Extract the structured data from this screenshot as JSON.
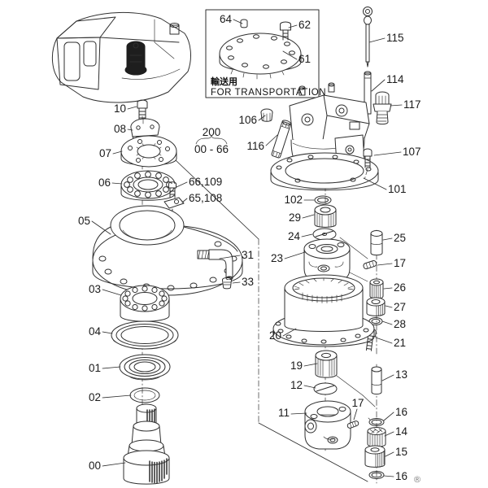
{
  "diagram": {
    "registered_mark": "®",
    "group_callout": {
      "group": "200",
      "range": "00 - 66"
    },
    "transport_box": {
      "caption_jp": "輸送用",
      "caption_en": "FOR TRANSPORTATION"
    }
  },
  "labels": {
    "p64": "64",
    "p62": "62",
    "p61": "61",
    "p115": "115",
    "p114": "114",
    "p117": "117",
    "p106": "106",
    "p116": "116",
    "p107": "107",
    "p101": "101",
    "p102": "102",
    "p10": "10",
    "p08": "08",
    "p07": "07",
    "p06": "06",
    "p66_109": "66,109",
    "p65_108": "65,108",
    "p05": "05",
    "p31": "31",
    "p33": "33",
    "p03": "03",
    "p04": "04",
    "p01": "01",
    "p02": "02",
    "p00": "00",
    "p29": "29",
    "p24": "24",
    "p23": "23",
    "p25": "25",
    "p17a": "17",
    "p26": "26",
    "p27": "27",
    "p28": "28",
    "p20": "20",
    "p21": "21",
    "p19": "19",
    "p12": "12",
    "p13": "13",
    "p11": "11",
    "p17b": "17",
    "p16a": "16",
    "p14": "14",
    "p15": "15",
    "p16b": "16"
  }
}
